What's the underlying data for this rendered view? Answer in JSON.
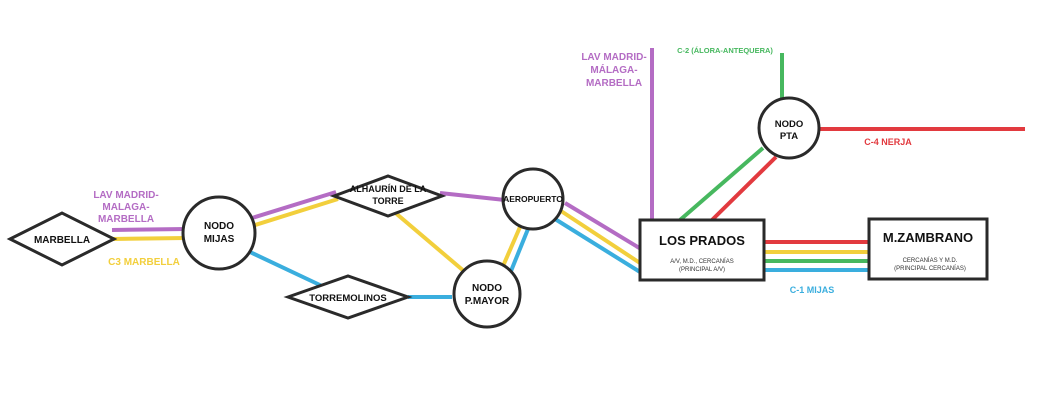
{
  "colors": {
    "purple": "#b46cc4",
    "yellow": "#f2cf3c",
    "cyan": "#3aaede",
    "green": "#47b85f",
    "red": "#e23a3f",
    "outline": "#2a2a2a"
  },
  "labels": {
    "lav_left": [
      "LAV MADRID-",
      "MALAGA-",
      "MARBELLA"
    ],
    "c3_marbella": "C3 MARBELLA",
    "lav_top": [
      "LAV MADRID-",
      "MÁLAGA-",
      "MARBELLA"
    ],
    "c2": "C-2 (ÁLORA-ANTEQUERA)",
    "c4": "C-4 NERJA",
    "c1": "C-1 MIJAS"
  },
  "nodes": {
    "marbella": "MARBELLA",
    "nodo_mijas": [
      "NODO",
      "MIJAS"
    ],
    "alhaurin": [
      "ALHAURÍN DE LA",
      "TORRE"
    ],
    "torremolinos": "TORREMOLINOS",
    "aeropuerto": "AEROPUERTO",
    "nodo_pmayor": [
      "NODO",
      "P.MAYOR"
    ],
    "nodo_pta": [
      "NODO",
      "PTA"
    ],
    "los_prados": {
      "title": "LOS PRADOS",
      "sub": [
        "A/V, M.D., CERCANÍAS",
        "(PRINCIPAL A/V)"
      ]
    },
    "zambrano": {
      "title": "M.ZAMBRANO",
      "sub": [
        "CERCANÍAS Y M.D.",
        "(PRINCIPAL CERCANÍAS)"
      ]
    }
  }
}
